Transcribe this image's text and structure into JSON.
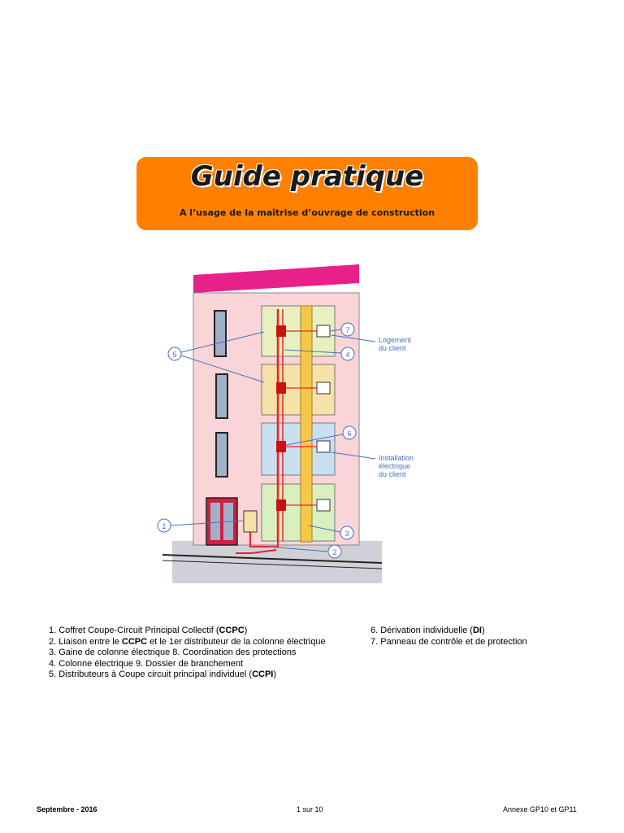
{
  "banner": {
    "title": "Guide pratique",
    "subtitle": "A l’usage de la maîtrise d’ouvrage de construction"
  },
  "diagram": {
    "labels": {
      "logement": [
        "Logement",
        "du client"
      ],
      "installation": [
        "Installation",
        "électrique",
        "du client"
      ]
    },
    "callouts": [
      "1",
      "2",
      "3",
      "4",
      "5",
      "6",
      "7"
    ]
  },
  "legend": {
    "left": [
      {
        "pre": "1. Coffret Coupe-Circuit Principal Collectif (",
        "bold": "CCPC",
        "post": ")"
      },
      {
        "pre": "2. Liaison entre le ",
        "bold": "CCPC",
        "post": " et le 1er distributeur de la colonne électrique"
      },
      {
        "pre": "3. Gaine de colonne électrique   8. Coordination des protections",
        "bold": "",
        "post": ""
      },
      {
        "pre": "4. Colonne électrique    9. Dossier de branchement",
        "bold": "",
        "post": ""
      },
      {
        "pre": "5. Distributeurs à Coupe circuit principal individuel (",
        "bold": "CCPI",
        "post": ")"
      }
    ],
    "right": [
      {
        "pre": "6. Dérivation individuelle (",
        "bold": "DI",
        "post": ")"
      },
      {
        "pre": "7. Panneau de contrôle et de protection",
        "bold": "",
        "post": ""
      }
    ]
  },
  "footer": {
    "date": "Septembre - 2016",
    "page": "1 sur 10",
    "annex": "Annexe GP10 et GP11"
  },
  "colors": {
    "banner": "#ff8000",
    "roof": "#e8208a",
    "facade": "#f9d5d8",
    "column": "#ee2222",
    "sheath": "#f5c84a",
    "callout": "#4a6fc0"
  }
}
